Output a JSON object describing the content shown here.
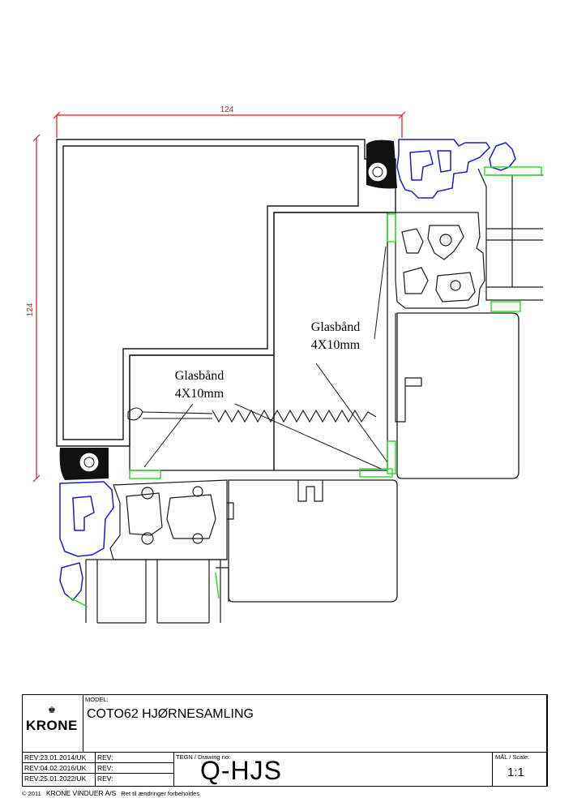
{
  "dimensions": {
    "width_label": "124",
    "height_label": "124",
    "color": "#e0191f"
  },
  "annotations": [
    {
      "line1": "Glasbånd",
      "line2": "4X10mm"
    },
    {
      "line1": "Glasbånd",
      "line2": "4X10mm"
    }
  ],
  "colors": {
    "profile_outline": "#1a1a1a",
    "gasket": "#1a1ad2",
    "glazing_tape": "#22dd22",
    "seal_fill": "#111111"
  },
  "title_block": {
    "logo_text": "KRONE",
    "model_label": "MODEL:",
    "model_value": "COTO62 HJØRNESAMLING",
    "revisions": [
      "REV:23.01.2014/UK",
      "REV:04.02.2016/UK",
      "REV:25.01.2022/UK"
    ],
    "rev_blank": [
      "REV:",
      "REV:",
      "REV:"
    ],
    "drawing_label": "TEGN / Drawing no:",
    "drawing_no": "Q-HJS",
    "scale_label": "MÅL / Scale:",
    "scale_value": "1:1"
  },
  "footer": {
    "copyright": "© 2011",
    "company": "KRONE VINDUER A/S",
    "note": "Ret til ændringer forbeholdes"
  }
}
